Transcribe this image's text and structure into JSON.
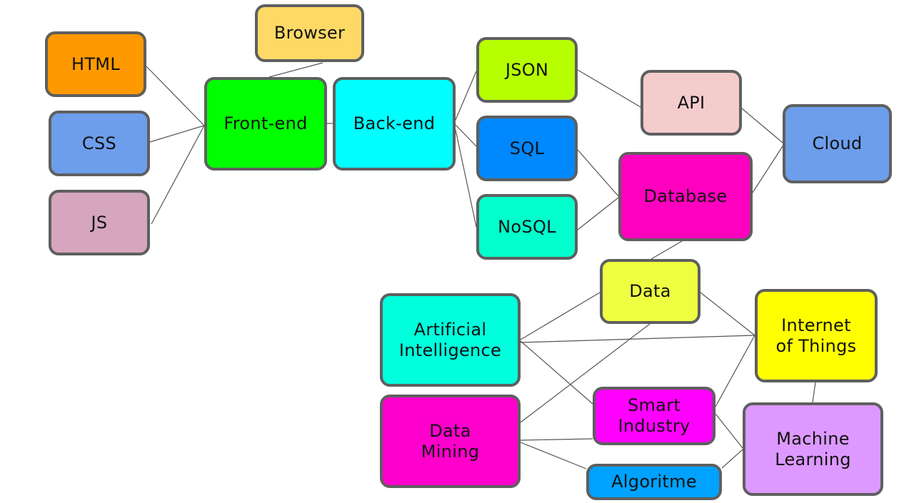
{
  "nodes": [
    {
      "id": "n-html",
      "label": "HTML",
      "color": "#ff9900"
    },
    {
      "id": "n-css",
      "label": "CSS",
      "color": "#6d9eeb"
    },
    {
      "id": "n-js",
      "label": "JS",
      "color": "#d5a6bd"
    },
    {
      "id": "n-browser",
      "label": "Browser",
      "color": "#ffd966"
    },
    {
      "id": "n-frontend",
      "label": "Front-end",
      "color": "#00ff00"
    },
    {
      "id": "n-backend",
      "label": "Back-end",
      "color": "#00ffff"
    },
    {
      "id": "n-json",
      "label": "JSON",
      "color": "#b7ff00"
    },
    {
      "id": "n-sql",
      "label": "SQL",
      "color": "#0088ff"
    },
    {
      "id": "n-nosql",
      "label": "NoSQL",
      "color": "#00ffcc"
    },
    {
      "id": "n-api",
      "label": "API",
      "color": "#f4cccc"
    },
    {
      "id": "n-database",
      "label": "Database",
      "color": "#ff00bf"
    },
    {
      "id": "n-cloud",
      "label": "Cloud",
      "color": "#6d9eeb"
    },
    {
      "id": "n-data",
      "label": "Data",
      "color": "#eeff41"
    },
    {
      "id": "n-ai",
      "label": "Artificial\nIntelligence",
      "color": "#00ffdd"
    },
    {
      "id": "n-iot",
      "label": "Internet\nof Things",
      "color": "#ffff00"
    },
    {
      "id": "n-smart",
      "label": "Smart\nIndustry",
      "color": "#ff00ff"
    },
    {
      "id": "n-datamining",
      "label": "Data\nMining",
      "color": "#ff00cc"
    },
    {
      "id": "n-ml",
      "label": "Machine\nLearning",
      "color": "#dd99ff"
    },
    {
      "id": "n-algoritme",
      "label": "Algoritme",
      "color": "#00a2ff"
    }
  ],
  "edges": [
    [
      "n-html",
      "n-frontend"
    ],
    [
      "n-css",
      "n-frontend"
    ],
    [
      "n-js",
      "n-frontend"
    ],
    [
      "n-browser",
      "n-frontend"
    ],
    [
      "n-frontend",
      "n-backend"
    ],
    [
      "n-backend",
      "n-json"
    ],
    [
      "n-backend",
      "n-sql"
    ],
    [
      "n-backend",
      "n-nosql"
    ],
    [
      "n-json",
      "n-api"
    ],
    [
      "n-api",
      "n-cloud"
    ],
    [
      "n-database",
      "n-cloud"
    ],
    [
      "n-sql",
      "n-database"
    ],
    [
      "n-nosql",
      "n-database"
    ],
    [
      "n-database",
      "n-data"
    ],
    [
      "n-data",
      "n-ai"
    ],
    [
      "n-data",
      "n-iot"
    ],
    [
      "n-data",
      "n-datamining"
    ],
    [
      "n-ai",
      "n-iot"
    ],
    [
      "n-ai",
      "n-smart"
    ],
    [
      "n-smart",
      "n-iot"
    ],
    [
      "n-iot",
      "n-ml"
    ],
    [
      "n-smart",
      "n-ml"
    ],
    [
      "n-datamining",
      "n-smart"
    ],
    [
      "n-datamining",
      "n-algoritme"
    ],
    [
      "n-algoritme",
      "n-ml"
    ]
  ]
}
